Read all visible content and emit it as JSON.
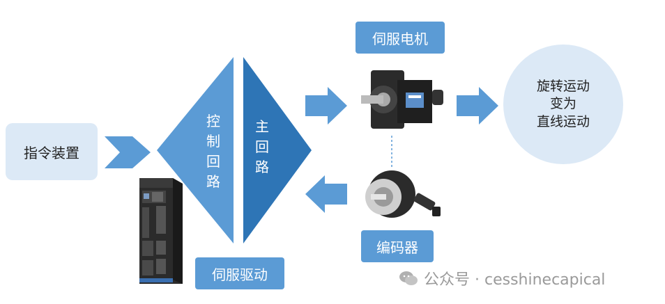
{
  "command_device": "指令装置",
  "control_loop": [
    "控",
    "制",
    "回",
    "路"
  ],
  "main_loop": [
    "主",
    "回",
    "路"
  ],
  "servo_drive": "伺服驱动",
  "servo_motor": "伺服电机",
  "encoder": "编码器",
  "motion": [
    "旋转运动",
    "变为",
    "直线运动"
  ],
  "watermark": "公众号 · cesshinecapical",
  "colors": {
    "pale_blue": "#dce9f6",
    "blue": "#5b9bd5",
    "dark_blue": "#2e75b6"
  }
}
